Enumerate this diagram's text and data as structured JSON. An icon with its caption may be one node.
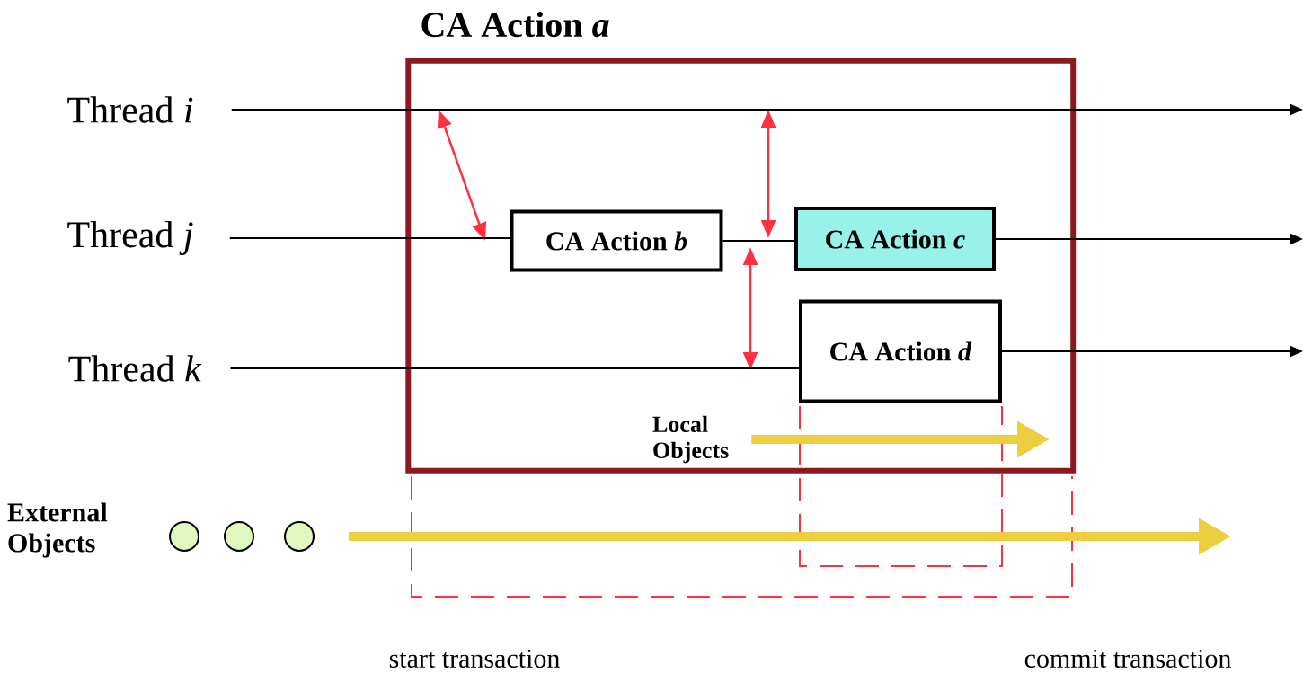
{
  "diagram": {
    "nodes": [
      {
        "text": [
          "CA Action *a*"
        ]
      },
      {
        "text": [
          "CA Action *b*"
        ],
        "in": 0
      },
      {
        "text": [
          "CA Action *c*"
        ],
        "in": 0
      },
      {
        "text": [
          "CA Action *d*"
        ],
        "in": 0
      },
      {
        "text": [
          "Thread *i*"
        ]
      },
      {
        "text": [
          "Thread *j*"
        ]
      },
      {
        "text": [
          "Thread *k*"
        ]
      },
      {
        "text": [
          "External Objects"
        ]
      },
      {
        "text": [],
        "shape": "circle"
      },
      {
        "text": [],
        "shape": "circle"
      },
      {
        "text": [],
        "shape": "circle"
      },
      {
        "text": [
          "Local Objects"
        ],
        "in": 0
      }
    ],
    "edges": [
      {
        "from": 4,
        "to": null,
        "arrow": "to"
      },
      {
        "from": 5,
        "to": 1,
        "arrow": "none"
      },
      {
        "from": 1,
        "to": 2,
        "arrow": "none"
      },
      {
        "from": 2,
        "to": null,
        "arrow": "to"
      },
      {
        "from": 6,
        "to": 3,
        "arrow": "none"
      },
      {
        "from": 3,
        "to": null,
        "arrow": "to"
      },
      {
        "from": 11,
        "to": null,
        "arrow": "to",
        "style": "thick",
        "color": "#ecce40"
      },
      {
        "from": 10,
        "to": null,
        "arrow": "to",
        "style": "thick",
        "color": "#ecce40"
      }
    ],
    "labels": [
      "start transaction",
      "commit transaction"
    ]
  }
}
